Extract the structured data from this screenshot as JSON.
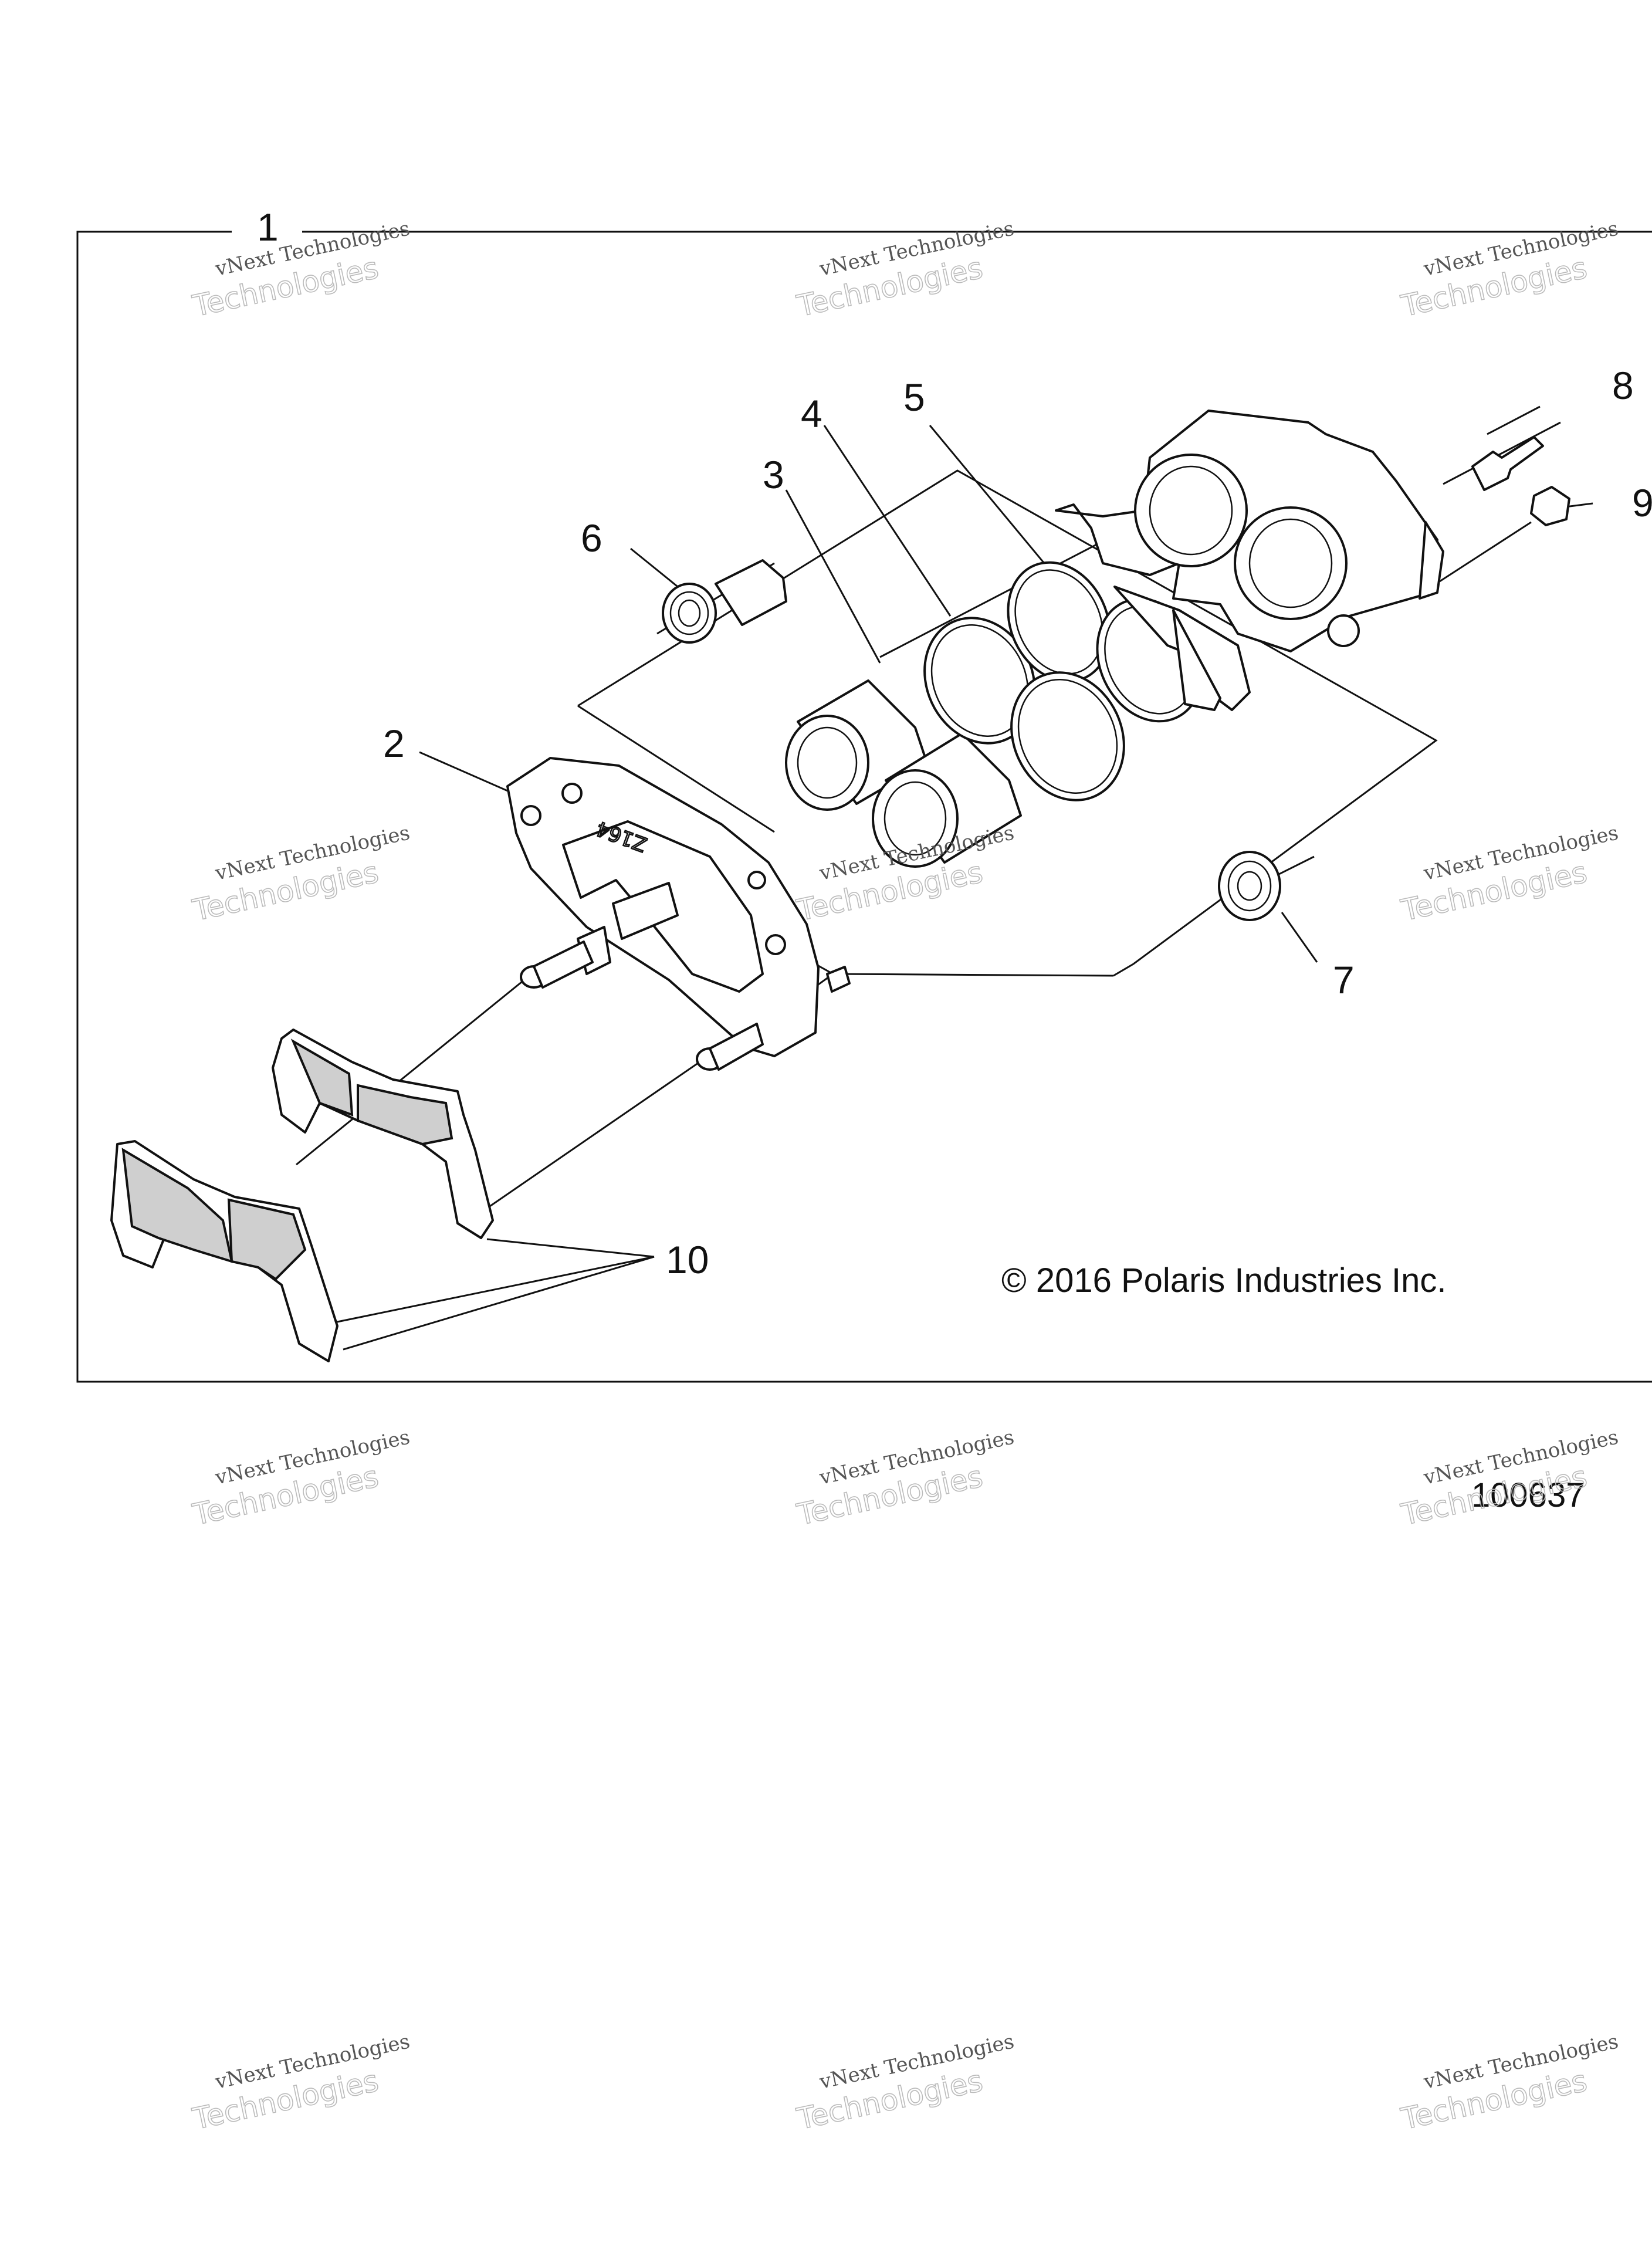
{
  "callouts": {
    "c1": "1",
    "c2": "2",
    "c3": "3",
    "c4": "4",
    "c5": "5",
    "c6": "6",
    "c7": "7",
    "c8": "8",
    "c9": "9",
    "c10": "10"
  },
  "copyright": "© 2016 Polaris Industries Inc.",
  "figure_number": "100637",
  "watermark": {
    "line1": "vNext Technologies",
    "line2": "Technologies"
  },
  "part_marking": "Z164",
  "colors": {
    "line": "#111111",
    "pad_shade": "#cfcfcf",
    "watermark": "#bbbbbb"
  }
}
